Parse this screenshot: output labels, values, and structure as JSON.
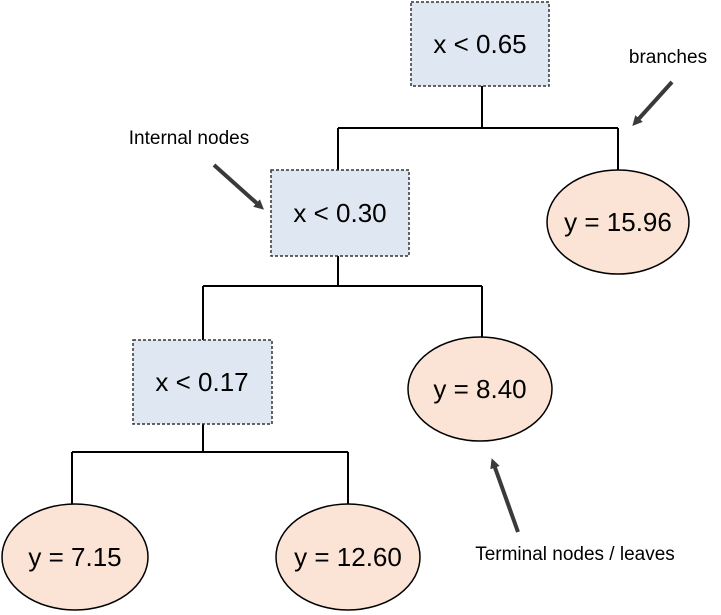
{
  "colors": {
    "internal_node_fill": "#dfe8f2",
    "internal_node_border": "#333333",
    "leaf_node_fill": "#fbe4d5",
    "leaf_node_border": "#000000",
    "branch_color": "#000000",
    "arrow_color": "#3a3a3a"
  },
  "internal_nodes": {
    "root": "x < 0.65",
    "mid": "x < 0.30",
    "low": "x < 0.17"
  },
  "leaf_nodes": {
    "right": "y = 15.96",
    "mid": "y = 8.40",
    "left": "y = 7.15",
    "center": "y = 12.60"
  },
  "annotations": {
    "branches": "branches",
    "internal": "Internal nodes",
    "terminal": "Terminal nodes / leaves"
  }
}
